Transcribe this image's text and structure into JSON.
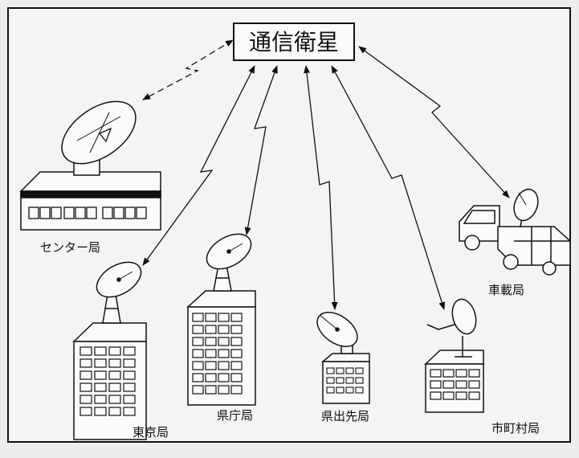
{
  "satellite": {
    "label": "通信衛星"
  },
  "stations": {
    "center": "センター局",
    "tokyo": "東京局",
    "kencho": "県庁局",
    "ken_branch": "県出先局",
    "municipal": "市町村局",
    "vehicle": "車載局"
  },
  "colors": {
    "ink": "#111111",
    "paper": "#f4f4f4",
    "background": "#eeeeee"
  },
  "icons": [
    "satellite-dish-icon",
    "building-icon",
    "truck-icon",
    "lightning-link-icon"
  ]
}
